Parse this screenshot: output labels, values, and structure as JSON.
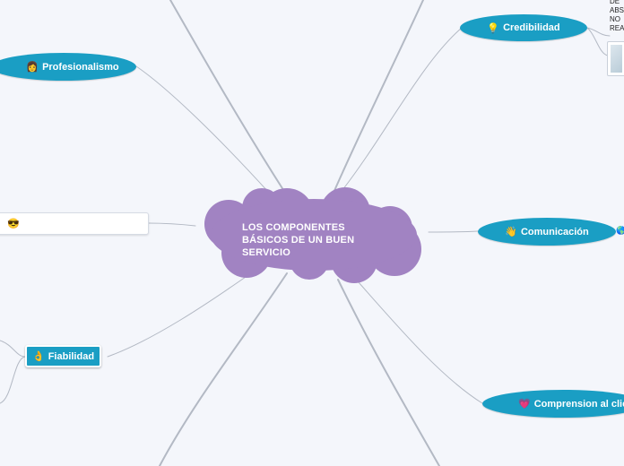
{
  "central_topic": {
    "lines": [
      "LOS COMPONENTES",
      "BÁSICOS DE UN BUEN",
      "SERVICIO"
    ],
    "color": "#a183c2"
  },
  "branches": [
    {
      "id": "credibilidad",
      "label": "Credibilidad",
      "icon": "lightbulb-icon",
      "glyph": "💡"
    },
    {
      "id": "profesionalismo",
      "label": "Profesionalismo",
      "icon": "person-icon",
      "glyph": "👩"
    },
    {
      "id": "comunicacion",
      "label": "Comunicación",
      "icon": "waving-hand-icon",
      "glyph": "👋"
    },
    {
      "id": "fiabilidad",
      "label": "Fiabilidad",
      "icon": "ok-hand-icon",
      "glyph": "👌"
    },
    {
      "id": "comprension",
      "label": "Comprension al clie",
      "icon": "heart-icon",
      "glyph": "💗"
    },
    {
      "id": "unnamed",
      "label": "",
      "icon": "sunglasses-face-icon",
      "glyph": "😎"
    }
  ],
  "credibilidad_note": [
    "DE",
    "ABS",
    "NO",
    "REA"
  ],
  "colors": {
    "background": "#f4f6fb",
    "branch": "#1a9ec4",
    "line": "#a9b0bd"
  }
}
